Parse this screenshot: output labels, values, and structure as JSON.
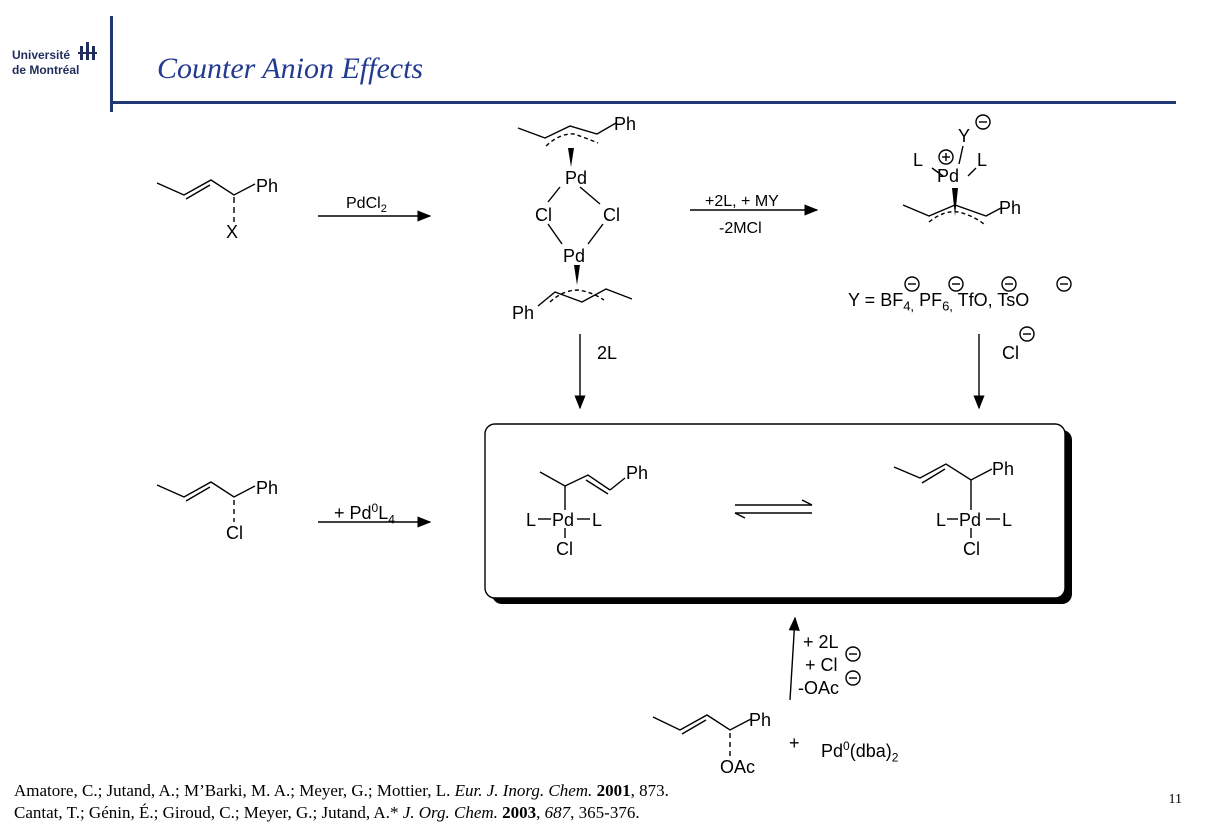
{
  "header": {
    "university_line1": "Université",
    "university_line2": "de Montréal",
    "title": "Counter Anion Effects"
  },
  "reagents": {
    "pdcl2": "PdCl",
    "pdcl2_sub": "2",
    "plus2l_my": "+2L, + MY",
    "minus2mcl": "-2MCl",
    "two_l": "2L",
    "cl_anion": "Cl",
    "pd0l4_prefix": "+ Pd",
    "pd0l4_sup": "0",
    "pd0l4_l": "L",
    "pd0l4_sub": "4",
    "plus_2l": "+ 2L",
    "plus_cl": "+ Cl",
    "minus_oac": "-OAc",
    "plus": "+",
    "pd0dba_prefix": "Pd",
    "pd0dba_sup": "0",
    "pd0dba_mid": "(dba)",
    "pd0dba_sub": "2"
  },
  "anion_list": {
    "prefix": "Y = BF",
    "bf4_sub": "4,",
    "pf": "PF",
    "pf6_sub": "6,",
    "tfo": "TfO,",
    "tso": "TsO"
  },
  "atoms": {
    "ph": "Ph",
    "x": "X",
    "pd": "Pd",
    "cl": "Cl",
    "l": "L",
    "y": "Y",
    "oac": "OAc"
  },
  "references": [
    {
      "authors": "Amatore, C.; Jutand, A.; M’Barki, M. A.; Meyer, G.; Mottier, L. ",
      "journal": "Eur. J. Inorg. Chem.",
      "year": "2001",
      "rest": ", 873."
    },
    {
      "authors": "Cantat, T.; Génin, É.; Giroud, C.; Meyer, G.; Jutand, A.* ",
      "journal": "J. Org. Chem.",
      "year": "2003",
      "volume": "687",
      "rest": ", 365-376."
    }
  ],
  "page_number": "11",
  "colors": {
    "brand_blue": "#223875",
    "title_blue": "#223a8f",
    "ink": "#000000"
  }
}
